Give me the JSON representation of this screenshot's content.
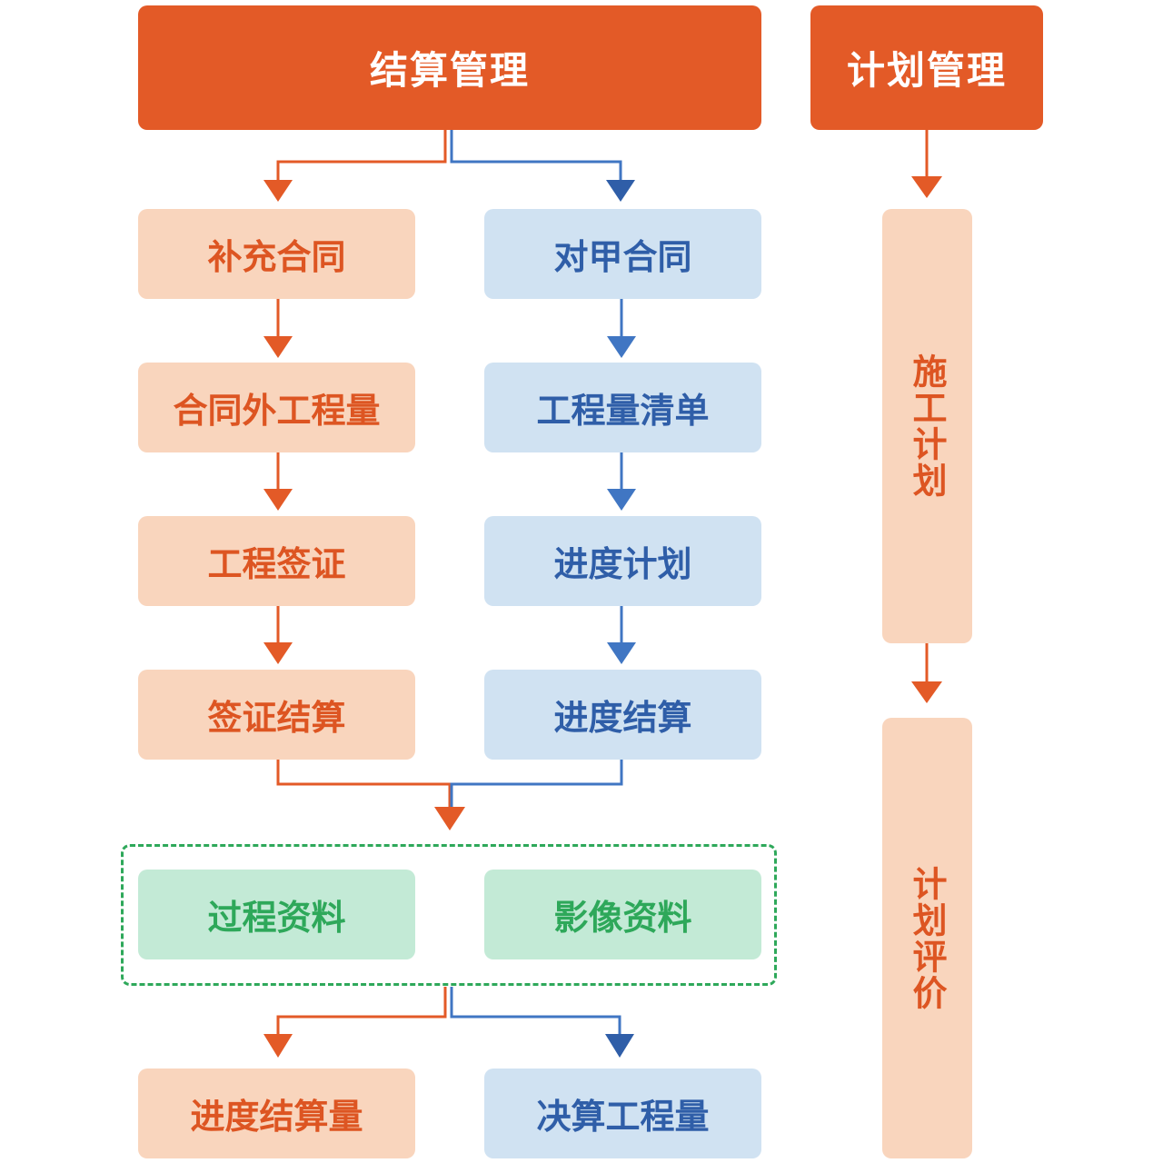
{
  "colors": {
    "header": "#e35a27",
    "orange_fill": "#f9d5bd",
    "orange_text": "#dd5522",
    "blue_fill": "#d0e2f2",
    "blue_text": "#2f5ea8",
    "blue_line": "#4076c3",
    "green_fill": "#c3ead6",
    "green_text": "#2ea85a"
  },
  "settlement": {
    "title": "结算管理",
    "left_column": [
      "补充合同",
      "合同外工程量",
      "工程签证",
      "签证结算"
    ],
    "right_column": [
      "对甲合同",
      "工程量清单",
      "进度计划",
      "进度结算"
    ],
    "materials_group": [
      "过程资料",
      "影像资料"
    ],
    "outputs": [
      "进度结算量",
      "决算工程量"
    ]
  },
  "planning": {
    "title": "计划管理",
    "steps": [
      "施工计划",
      "计划评价"
    ]
  }
}
